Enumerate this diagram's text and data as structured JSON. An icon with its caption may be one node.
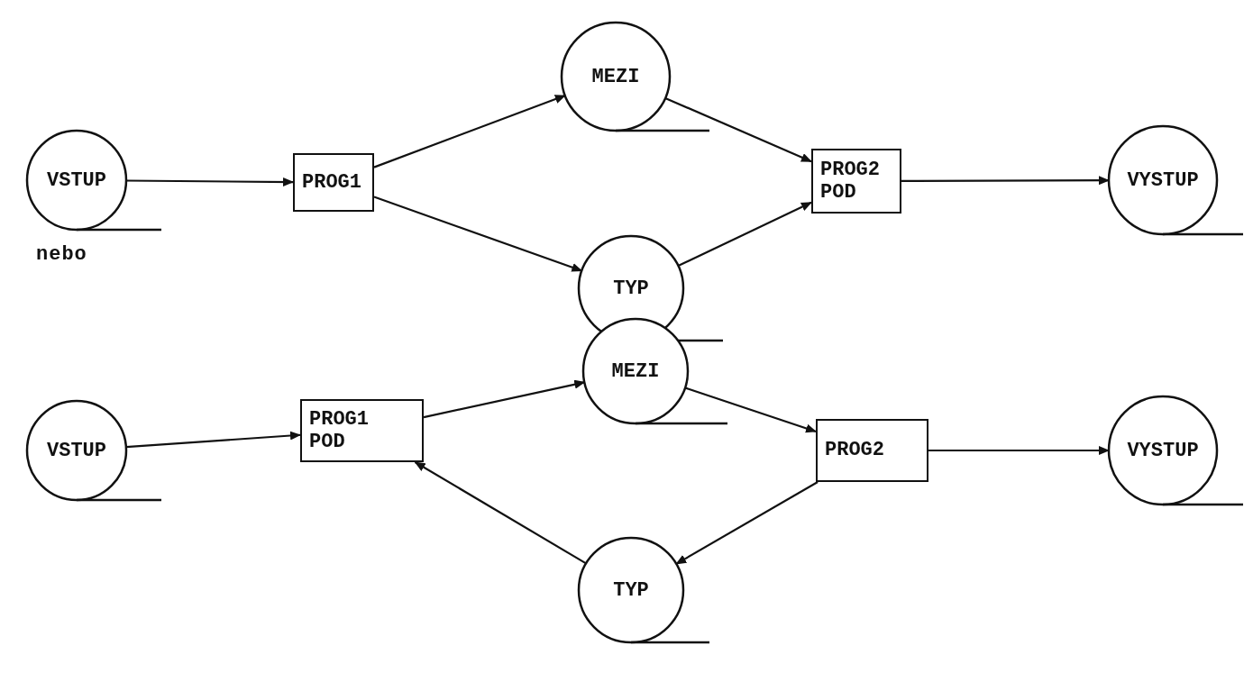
{
  "diagram": {
    "nodes": [
      {
        "text": [
          "VSTUP"
        ]
      },
      {
        "text": [
          "PROG1"
        ]
      },
      {
        "text": [
          "MEZI"
        ]
      },
      {
        "text": [
          "TYP"
        ]
      },
      {
        "text": [
          "PROG2 POD"
        ]
      },
      {
        "text": [
          "VYSTUP"
        ]
      },
      {
        "text": [
          "VSTUP"
        ]
      },
      {
        "text": [
          "PROG1 POD"
        ]
      },
      {
        "text": [
          "MEZI"
        ]
      },
      {
        "text": [
          "TYP"
        ]
      },
      {
        "text": [
          "PROG2"
        ]
      },
      {
        "text": [
          "VYSTUP"
        ]
      }
    ],
    "edges": [
      {
        "from": 0,
        "to": 1,
        "arrow": "to"
      },
      {
        "from": 1,
        "to": 2,
        "arrow": "to"
      },
      {
        "from": 1,
        "to": 3,
        "arrow": "to"
      },
      {
        "from": 2,
        "to": 4,
        "arrow": "to"
      },
      {
        "from": 3,
        "to": 4,
        "arrow": "to"
      },
      {
        "from": 4,
        "to": 5,
        "arrow": "to"
      },
      {
        "from": 6,
        "to": 7,
        "arrow": "to"
      },
      {
        "from": 7,
        "to": 8,
        "arrow": "to"
      },
      {
        "from": 8,
        "to": 10,
        "arrow": "to"
      },
      {
        "from": 10,
        "to": 9,
        "arrow": "to"
      },
      {
        "from": 9,
        "to": 7,
        "arrow": "to"
      },
      {
        "from": 10,
        "to": 11,
        "arrow": "to"
      }
    ],
    "labels": [
      "nebo"
    ]
  }
}
